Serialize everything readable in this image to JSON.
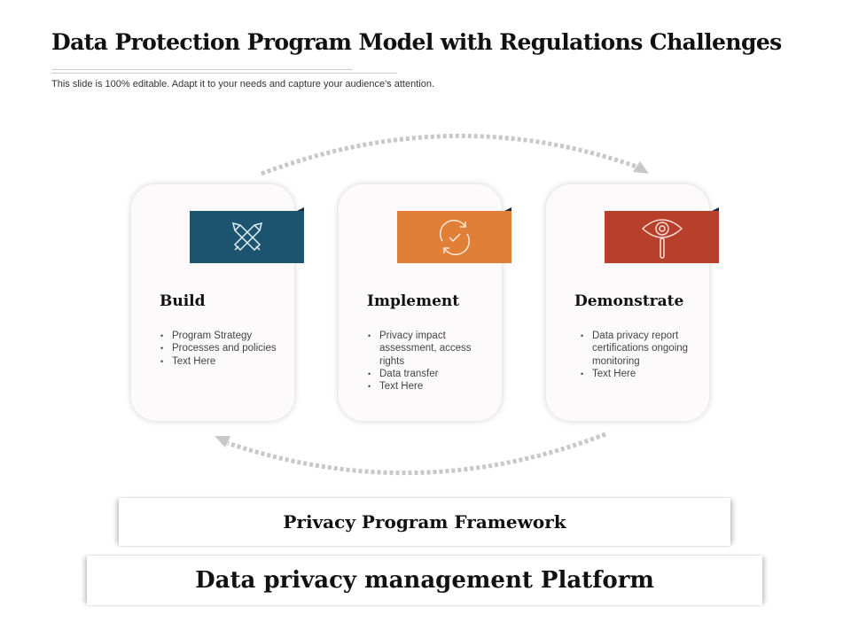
{
  "header": {
    "title": "Data Protection Program Model with Regulations Challenges",
    "subtitle": "This slide is 100% editable. Adapt it to your needs and capture your audience's attention."
  },
  "cards": [
    {
      "heading": "Build",
      "icon": "crossed-pencils-icon",
      "color": "#1d546f",
      "bullets": [
        "Program Strategy",
        "Processes and policies",
        "Text Here"
      ]
    },
    {
      "heading": "Implement",
      "icon": "refresh-check-icon",
      "color": "#e07f35",
      "bullets": [
        "Privacy impact assessment, access rights",
        "Data transfer",
        "Text Here"
      ]
    },
    {
      "heading": "Demonstrate",
      "icon": "eye-search-icon",
      "color": "#b7402d",
      "bullets": [
        "Data privacy report certifications ongoing monitoring",
        "Text Here"
      ]
    }
  ],
  "footer": {
    "framework": "Privacy Program Framework",
    "platform": "Data privacy management Platform"
  }
}
